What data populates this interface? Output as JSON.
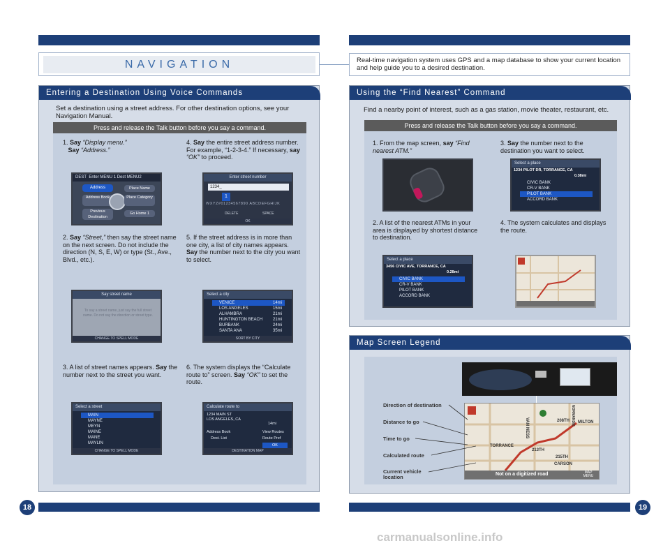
{
  "header": {
    "nav_title": "NAVIGATION",
    "intro": "Real-time navigation system uses GPS and a map database to show your current location and help guide you to a desired destination."
  },
  "left": {
    "section_title": "Entering a Destination Using Voice Commands",
    "description": "Set a destination using a street address. For other destination options, see your Navigation Manual.",
    "press_bar": "Press and release the Talk button before you say a command.",
    "steps": {
      "s1_num": "1.",
      "s1_say": "Say",
      "s1_q": "“Display menu.”",
      "s1_say2": "Say",
      "s1_q2": "“Address.”",
      "s4_num": "4.",
      "s4_say": "Say",
      "s4_text": "the entire street address number. For example, “1-2-3-4.” If necessary,",
      "s4_say2": "say",
      "s4_q": "“OK”",
      "s4_tail": "to proceed.",
      "s2_num": "2.",
      "s2_say": "Say",
      "s2_q": "“Street,”",
      "s2_text": "then say the street name on the next screen. Do not include the direction (N, S, E, W) or type (St., Ave., Blvd., etc.).",
      "s5_num": "5.",
      "s5_text": "If the street address is in more than one city, a list of city names appears.",
      "s5_say": "Say",
      "s5_tail": "the number next to the city you want to select.",
      "s3_num": "3.",
      "s3_text": "A list of street names appears.",
      "s3_say": "Say",
      "s3_tail": "the number next to the street you want.",
      "s6_num": "6.",
      "s6_text": "The system displays the “Calculate route to” screen.",
      "s6_say": "Say",
      "s6_q": "“OK”",
      "s6_tail": "to set the route."
    },
    "screens": {
      "dest": {
        "title": "DEST",
        "menu1": "Enter MENU 1",
        "menu2": "Dest MENU2",
        "address": "Address",
        "address_book": "Address Book",
        "previous": "Previous Destination",
        "place_name": "Place Name",
        "place_category": "Place Category",
        "go_home": "Go Home 1"
      },
      "number": {
        "title": "Enter street number",
        "value": "1234_",
        "keys": "WXYZ#01234567890 ABCDEFGHIJK",
        "delete": "DELETE",
        "space": "SPACE",
        "ok": "OK"
      },
      "street": {
        "title": "Say street name",
        "hint": "To say a street name, just say the full street name. Do not say the direction or street type.",
        "foot": "CHANGE TO SPELL MODE"
      },
      "city": {
        "title": "Select a city",
        "rows": [
          {
            "name": "VENICE",
            "dist": "14mi"
          },
          {
            "name": "LOS ANGELES",
            "dist": "15mi"
          },
          {
            "name": "ALHAMBRA",
            "dist": "21mi"
          },
          {
            "name": "HUNTINGTON BEACH",
            "dist": "21mi"
          },
          {
            "name": "BURBANK",
            "dist": "24mi"
          },
          {
            "name": "SANTA ANA",
            "dist": "35mi"
          }
        ],
        "foot": "SORT BY CITY"
      },
      "select_street": {
        "title": "Select a street",
        "rows": [
          "MAIN",
          "MAYNE",
          "MEYN",
          "MAINE",
          "MANE",
          "MAYLIN"
        ],
        "foot": "CHANGE TO SPELL MODE"
      },
      "calc": {
        "title": "Calculate route to",
        "addr1": "1234 MAIN ST",
        "addr2": "LOS ANGELES, CA",
        "dist": "14mi",
        "address_book": "Address Book",
        "view_routes": "View Routes",
        "dest_list": "Dest. List",
        "route_pref": "Route Pref",
        "ok": "OK",
        "foot": "DESTINATION MAP"
      }
    }
  },
  "right": {
    "section_title": "Using the “Find Nearest” Command",
    "description": "Find a nearby point of interest, such as a gas station, movie theater, restaurant, etc.",
    "press_bar": "Press and release the Talk button before you say a command.",
    "steps": {
      "s1_num": "1.",
      "s1_text": "From the map screen,",
      "s1_say": "say",
      "s1_q": "“Find nearest ATM.”",
      "s3_num": "3.",
      "s3_say": "Say",
      "s3_text": "the number next to the destination you want to select.",
      "s2_num": "2.",
      "s2_text": "A list of the nearest ATMs in your area is displayed by shortest distance to destination.",
      "s4_num": "4.",
      "s4_text": "The system calculates and displays the route."
    },
    "screens": {
      "select_place": {
        "title": "Select a place",
        "addr": "1234 PILOT DR, TORRANCE, CA",
        "dist": "0.38mi",
        "rows": [
          "CIVIC BANK",
          "CR-V BANK",
          "PILOT BANK",
          "ACCORD BANK"
        ]
      },
      "select_place2": {
        "title": "Select a place",
        "addr": "3456 CIVIC AVE, TORRANCE, CA",
        "dist": "0.28mi",
        "rows": [
          "CIVIC BANK",
          "CR-V BANK",
          "PILOT BANK",
          "ACCORD BANK"
        ]
      }
    },
    "legend_title": "Map Screen Legend",
    "legend": {
      "direction": "Direction of destination",
      "distance": "Distance to go",
      "time": "Time to go",
      "route": "Calculated route",
      "vehicle": "Current vehicle location"
    },
    "map_labels": {
      "status": "Not on a digitized road",
      "menu": "MAP MENU",
      "s208": "208TH",
      "milton": "MILTON",
      "torrance": "TORRANCE",
      "s213": "213TH",
      "s215": "215TH",
      "carson": "CARSON",
      "vanness": "VAN NESS",
      "normandie": "NORMANDIE"
    }
  },
  "page_numbers": {
    "left": "18",
    "right": "19"
  },
  "watermark": "carmanualsonline.info"
}
